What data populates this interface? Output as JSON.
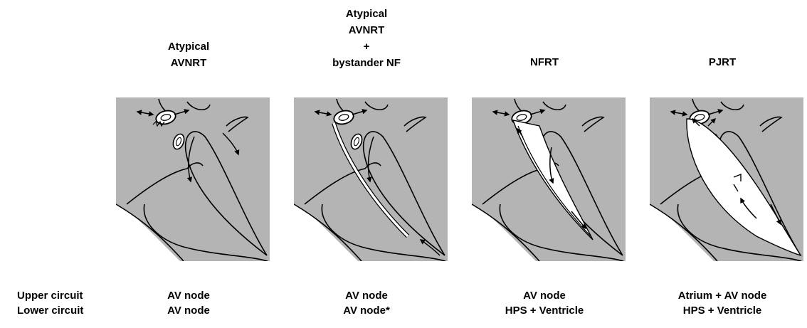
{
  "panels": [
    {
      "title": "Atypical\nAVNRT",
      "upper": "AV node",
      "lower": "AV node",
      "variant": "atypical"
    },
    {
      "title": "Atypical\nAVNRT\n+\nbystander NF",
      "upper": "AV node",
      "lower": "AV node*",
      "variant": "bystander"
    },
    {
      "title": "NFRT",
      "upper": "AV node",
      "lower": "HPS + Ventricle",
      "variant": "nfrt"
    },
    {
      "title": "PJRT",
      "upper": "Atrium + AV node",
      "lower": "HPS + Ventricle",
      "variant": "pjrt"
    }
  ],
  "row_labels": {
    "upper": "Upper circuit",
    "lower": "Lower circuit"
  },
  "colors": {
    "panel_fill": "#b4b4b4",
    "pathway_fill": "#ffffff",
    "line": "#000000"
  }
}
